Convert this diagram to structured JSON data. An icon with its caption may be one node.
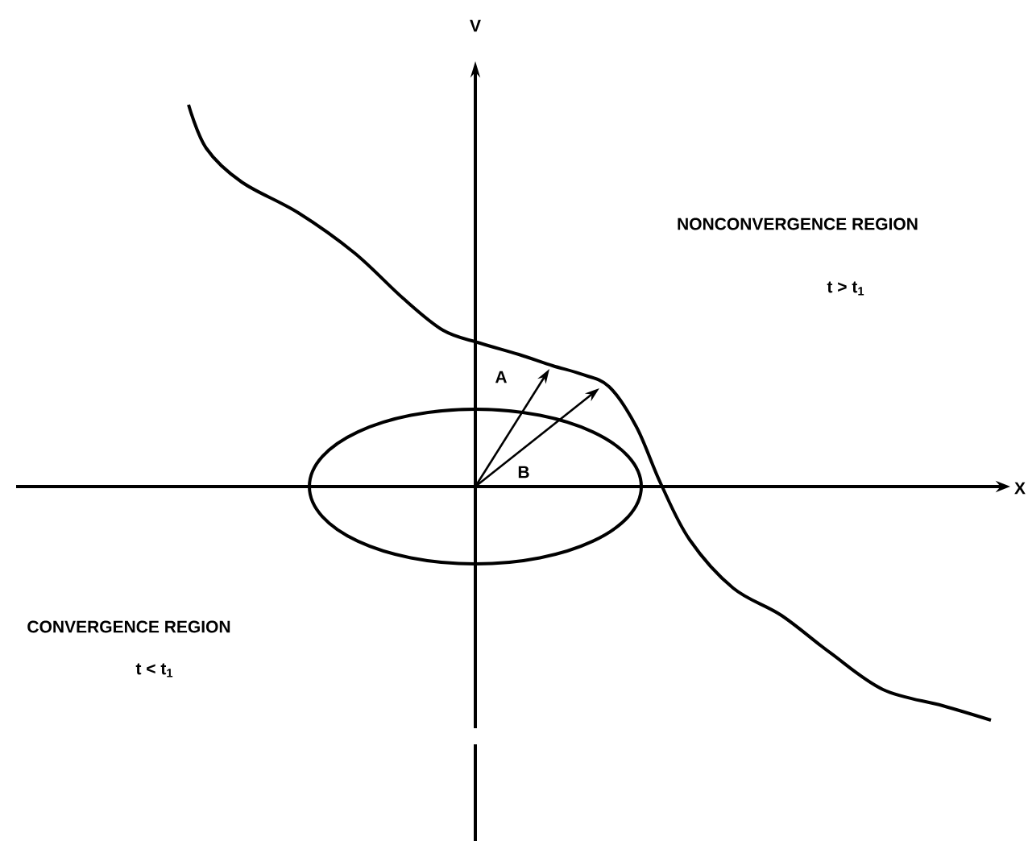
{
  "diagram": {
    "labels": [
      "V",
      "NONCONVERGENCE REGION",
      "t > t$_{1}$",
      "A",
      "B",
      "X",
      "CONVERGENCE REGION",
      "t < t$_{1}$"
    ]
  }
}
